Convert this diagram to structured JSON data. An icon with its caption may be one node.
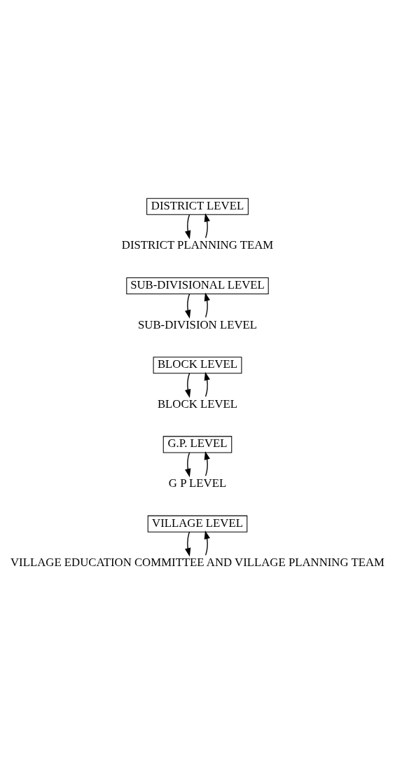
{
  "diagram": {
    "nodes": [
      {
        "text": [
          "DISTRICT LEVEL"
        ]
      },
      {
        "text": [
          "DISTRICT PLANNING TEAM"
        ]
      },
      {
        "text": [
          "SUB-DIVISIONAL LEVEL"
        ]
      },
      {
        "text": [
          "SUB-DIVISION LEVEL"
        ]
      },
      {
        "text": [
          "BLOCK LEVEL"
        ]
      },
      {
        "text": [
          "BLOCK LEVEL"
        ]
      },
      {
        "text": [
          "G.P. LEVEL"
        ]
      },
      {
        "text": [
          "G P LEVEL"
        ]
      },
      {
        "text": [
          "VILLAGE LEVEL"
        ]
      },
      {
        "text": [
          "VILLAGE EDUCATION COMMITTEE AND VILLAGE PLANNING TEAM"
        ]
      }
    ],
    "edges": [
      {
        "from": 0,
        "to": 1,
        "arrow": "to"
      },
      {
        "from": 1,
        "to": 0,
        "arrow": "to"
      },
      {
        "from": 2,
        "to": 3,
        "arrow": "to"
      },
      {
        "from": 3,
        "to": 2,
        "arrow": "to"
      },
      {
        "from": 4,
        "to": 5,
        "arrow": "to"
      },
      {
        "from": 5,
        "to": 4,
        "arrow": "to"
      },
      {
        "from": 6,
        "to": 7,
        "arrow": "to"
      },
      {
        "from": 7,
        "to": 6,
        "arrow": "to"
      },
      {
        "from": 8,
        "to": 9,
        "arrow": "to"
      },
      {
        "from": 9,
        "to": 8,
        "arrow": "to"
      }
    ]
  }
}
